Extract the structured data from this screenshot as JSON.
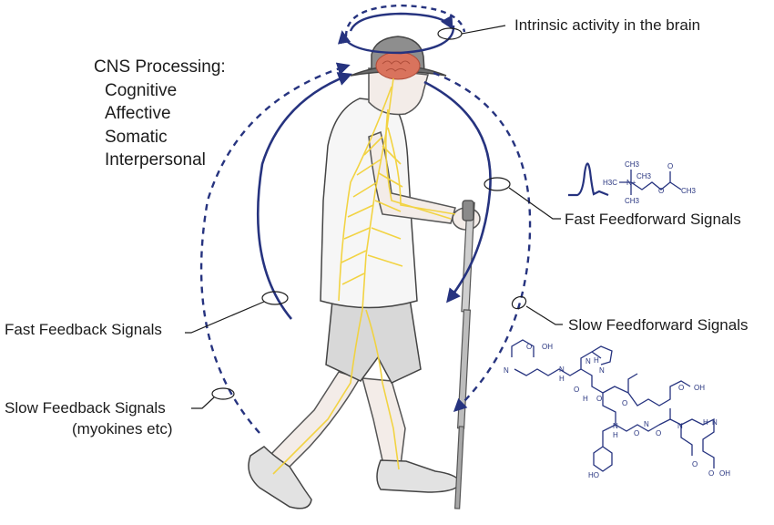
{
  "labels": {
    "intrinsic": "Intrinsic activity in the brain",
    "cns_heading": "CNS Processing:",
    "cns_items": [
      "Cognitive",
      "Affective",
      "Somatic",
      "Interpersonal"
    ],
    "fast_feedforward": "Fast Feedforward Signals",
    "slow_feedforward": "Slow Feedforward Signals",
    "fast_feedback": "Fast Feedback Signals",
    "slow_feedback": "Slow Feedback Signals",
    "slow_feedback_note": "(myokines etc)"
  },
  "chem_small": {
    "atoms": [
      "CH3",
      "CH3",
      "CH3",
      "H3C",
      "N+",
      "O",
      "O",
      "CH3"
    ]
  },
  "chem_peptide": {
    "atoms": [
      "O",
      "OH",
      "N",
      "N",
      "H",
      "H",
      "N",
      "O",
      "O",
      "O",
      "N",
      "H",
      "O",
      "N",
      "O",
      "N",
      "O",
      "OH",
      "N",
      "H",
      "H",
      "N",
      "O",
      "O",
      "OH",
      "HO"
    ]
  },
  "colors": {
    "arrow": "#26337f",
    "text": "#1c1c1c",
    "nerve": "#f2d23a",
    "brain": "#d9735d"
  }
}
